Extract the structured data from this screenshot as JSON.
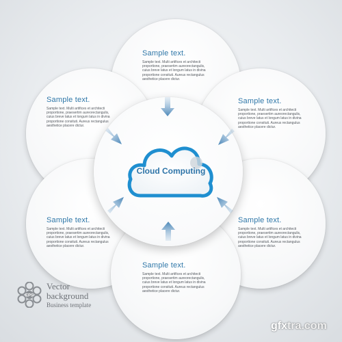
{
  "center": {
    "label": "Cloud Computing"
  },
  "blocks": [
    {
      "title": "Sample text.",
      "body": "Sample text. Multi artifices et architecti proportione, praesertim aureorectangulis, cuius breve latus et longum latus in divina proportione consituti. Aureus rectangulus aesthetice placere dictur."
    },
    {
      "title": "Sample text.",
      "body": "Sample text. Multi artifices et architecti proportione, praesertim aureorectangulis, cuius breve latus et longum latus in divina proportione consituti. Aureus rectangulus aesthetice placere dictur."
    },
    {
      "title": "Sample text.",
      "body": "Sample text. Multi artifices et architecti proportione, praesertim aureorectangulis, cuius breve latus et longum latus in divina proportione consituti. Aureus rectangulus aesthetice placere dictur."
    },
    {
      "title": "Sample text.",
      "body": "Sample text. Multi artifices et architecti proportione, praesertim aureorectangulis, cuius breve latus et longum latus in divina proportione consituti. Aureus rectangulus aesthetice placere dictur."
    },
    {
      "title": "Sample text.",
      "body": "Sample text. Multi artifices et architecti proportione, praesertim aureorectangulis, cuius breve latus et longum latus in divina proportione consituti. Aureus rectangulus aesthetice placere dictur."
    },
    {
      "title": "Sample text.",
      "body": "Sample text. Multi artifices et architecti proportione, praesertim aureorectangulis, cuius breve latus et longum latus in divina proportione consituti. Aureus rectangulus aesthetice placere dictur."
    }
  ],
  "footer": {
    "icon_label": "EPS",
    "line1": "Vector",
    "line2": "background",
    "line3": "Business template"
  },
  "watermark": {
    "part1": "gfx",
    "part2": "tra.com"
  },
  "colors": {
    "accent": "#2f77a8",
    "cloud_stroke": "#1f8fd0",
    "arrow": "#4b87b8"
  }
}
